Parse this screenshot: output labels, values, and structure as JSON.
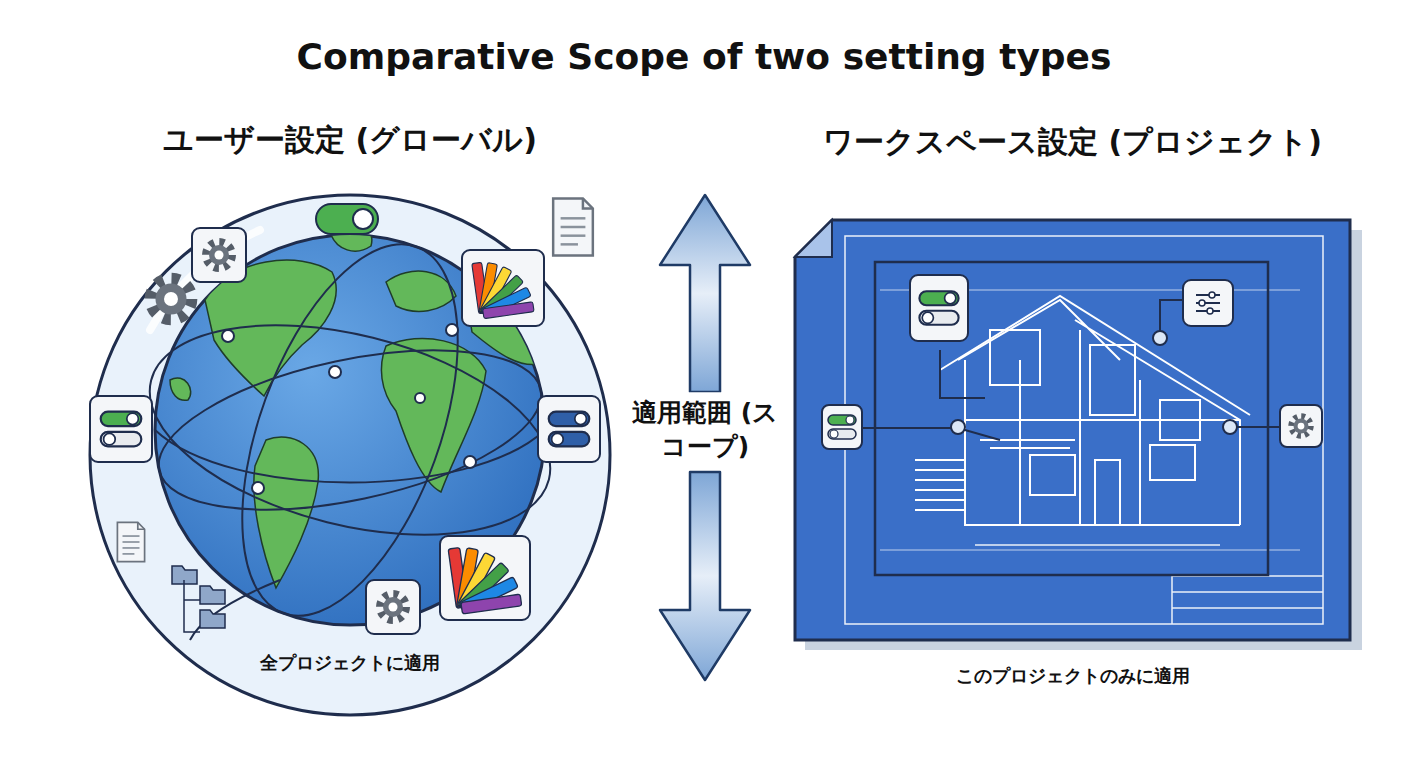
{
  "diagram": {
    "title": "Comparative Scope of two setting types",
    "nodes": [
      {
        "text": [
          "ユーザー設定 (グローバル)",
          "全プロジェクトに適用"
        ]
      },
      {
        "text": [
          "ワークスペース設定 (プロジェクト)",
          "このプロジェクトのみに適用"
        ]
      }
    ],
    "labels": [
      "適用範囲 (スコープ)"
    ]
  }
}
